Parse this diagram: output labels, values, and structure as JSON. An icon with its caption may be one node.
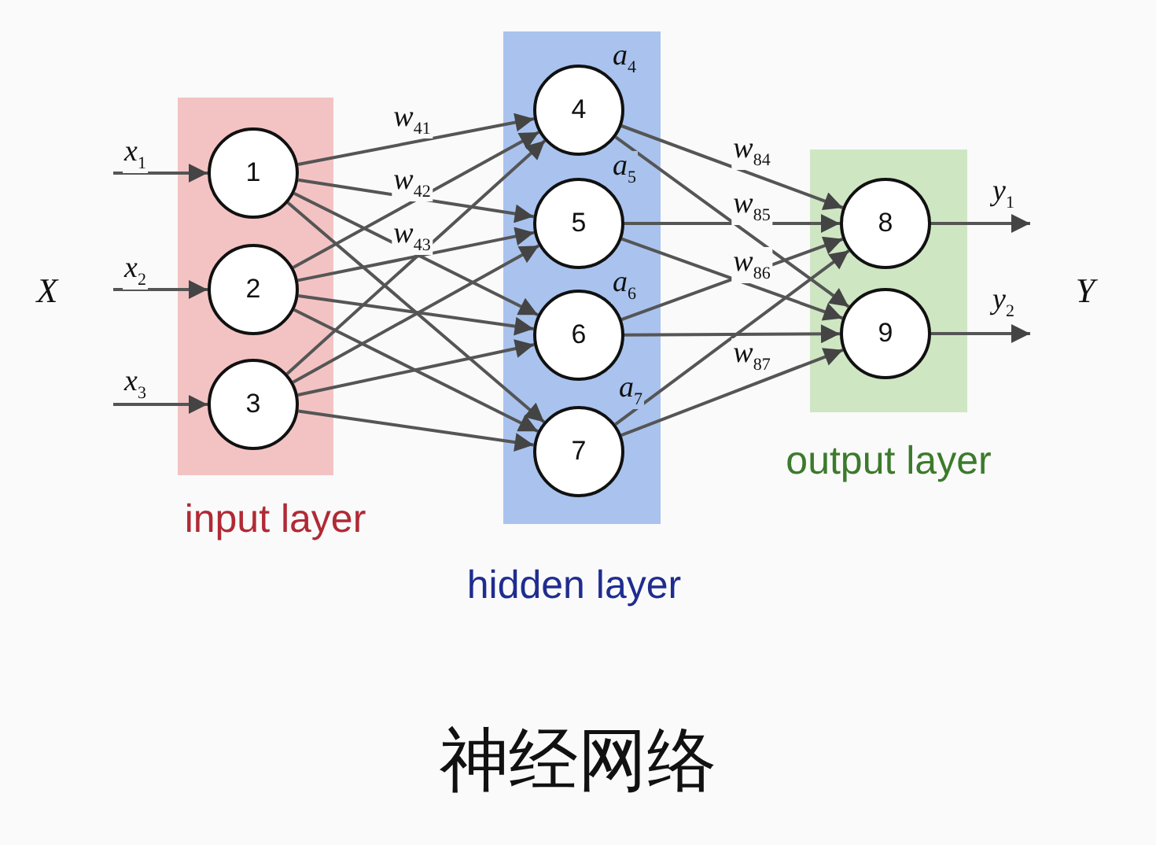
{
  "diagram": {
    "caption": "神经网络",
    "nodes": [
      {
        "text": [
          "input layer"
        ]
      },
      {
        "text": [
          "1"
        ],
        "in": 0
      },
      {
        "text": [
          "2"
        ],
        "in": 0
      },
      {
        "text": [
          "3"
        ],
        "in": 0
      },
      {
        "text": [
          "hidden layer"
        ]
      },
      {
        "text": [
          "4"
        ],
        "in": 4,
        "beside": [
          "*a*$_{4}$"
        ]
      },
      {
        "text": [
          "5"
        ],
        "in": 4,
        "beside": [
          "*a*$_{5}$"
        ]
      },
      {
        "text": [
          "6"
        ],
        "in": 4,
        "beside": [
          "*a*$_{6}$"
        ]
      },
      {
        "text": [
          "7"
        ],
        "in": 4,
        "beside": [
          "*a*$_{7}$"
        ]
      },
      {
        "text": [
          "output layer"
        ]
      },
      {
        "text": [
          "8"
        ],
        "in": 9
      },
      {
        "text": [
          "9"
        ],
        "in": 9
      }
    ],
    "edges": [
      {
        "from": null,
        "to": 1,
        "arrow": "to",
        "label": "*x*$_{1}$"
      },
      {
        "from": null,
        "to": 2,
        "arrow": "to",
        "label": "*x*$_{2}$"
      },
      {
        "from": null,
        "to": 3,
        "arrow": "to",
        "label": "*x*$_{3}$"
      },
      {
        "from": 1,
        "to": 5,
        "arrow": "to",
        "label": "*w*$_{41}$"
      },
      {
        "from": 1,
        "to": 6,
        "arrow": "to"
      },
      {
        "from": 1,
        "to": 7,
        "arrow": "to"
      },
      {
        "from": 1,
        "to": 8,
        "arrow": "to"
      },
      {
        "from": 2,
        "to": 5,
        "arrow": "to",
        "label": "*w*$_{42}$"
      },
      {
        "from": 2,
        "to": 6,
        "arrow": "to"
      },
      {
        "from": 2,
        "to": 7,
        "arrow": "to"
      },
      {
        "from": 2,
        "to": 8,
        "arrow": "to"
      },
      {
        "from": 3,
        "to": 5,
        "arrow": "to",
        "label": "*w*$_{43}$"
      },
      {
        "from": 3,
        "to": 6,
        "arrow": "to"
      },
      {
        "from": 3,
        "to": 7,
        "arrow": "to"
      },
      {
        "from": 3,
        "to": 8,
        "arrow": "to"
      },
      {
        "from": 5,
        "to": 10,
        "arrow": "to",
        "label": "*w*$_{84}$"
      },
      {
        "from": 5,
        "to": 11,
        "arrow": "to"
      },
      {
        "from": 6,
        "to": 10,
        "arrow": "to",
        "label": "*w*$_{85}$"
      },
      {
        "from": 6,
        "to": 11,
        "arrow": "to"
      },
      {
        "from": 7,
        "to": 10,
        "arrow": "to",
        "label": "*w*$_{86}$"
      },
      {
        "from": 7,
        "to": 11,
        "arrow": "to"
      },
      {
        "from": 8,
        "to": 10,
        "arrow": "to",
        "label": "*w*$_{87}$"
      },
      {
        "from": 8,
        "to": 11,
        "arrow": "to"
      },
      {
        "from": 10,
        "to": null,
        "arrow": "to",
        "label": "*y*$_{1}$"
      },
      {
        "from": 11,
        "to": null,
        "arrow": "to",
        "label": "*y*$_{2}$"
      }
    ],
    "labels": [
      "X",
      "Y"
    ]
  }
}
